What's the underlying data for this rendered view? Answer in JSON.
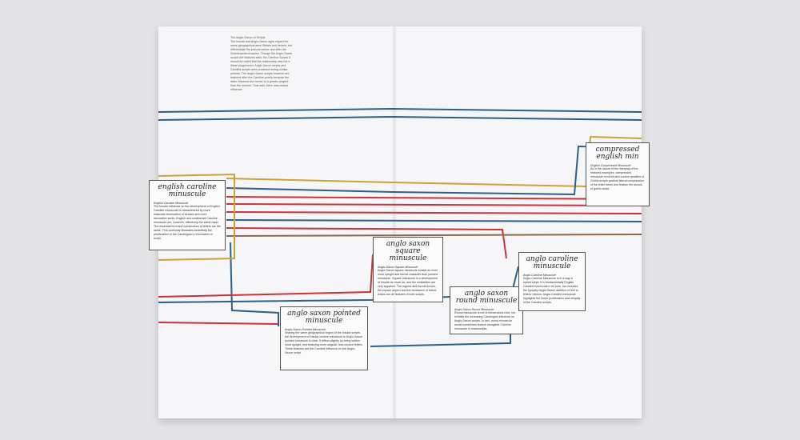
{
  "intro": {
    "title": "The Anglo-Saxon of Scripts",
    "body": "The Insular and Anglo-Saxon ages regard the same geographical area: Britain and Ireland, but differentiate the periods before and after the Scandinavian invasion. Though the Anglo-Saxon scripts are featured after, the Caroline Scripts it should be noted that the relationship was not a linear progression. Anglo-Saxon scripts and Caroline scripts were practiced during similar periods. The Anglo-Saxon scripts however are featured after the Caroline purely because the latter influence the former to a greater degree than the reverse. That said, there was mutual influence."
  },
  "boxes": [
    {
      "title": "english caroline minuscule",
      "subtitle": "English Caroline Minuscule",
      "body": "The Insular influence on the development of English Caroline minuscule is characterized by more elaborate termination of strokes and more decorative serifs. English and continental Caroline minuscule are, however, effectively the same hand. The essential form and construction of letters are the same. This continuity illustrates beautifully the proliferation of the Carolingian's reformation of script."
    },
    {
      "title": "anglo saxon pointed minuscule",
      "subtitle": "Anglo-Saxon Pointed Minuscule",
      "body": "Sharing the same geographical region of the Insular scripts, the development of Insular cursive minuscule to Anglo-Saxon pointed minuscule is clear. It differs slightly by being written more upright, and featuring more angular, less cursive letters. These features are the Caroline influence on the Anglo-Saxon script."
    },
    {
      "title": "anglo saxon square minuscule",
      "subtitle": "Anglo-Saxon Square Minuscule",
      "body": "Anglo-Saxon square minuscule boasts an even more upright and formal character than pointed minuscule. Square minuscule is a development of Insular as much as, and the similarities are very apparent. The regular and formal ductus, the square aspect and the avoidance of linked letters are all features of both scripts."
    },
    {
      "title": "anglo saxon round minuscule",
      "subtitle": "Anglo-Saxon Round Minuscule",
      "body": "Round minuscule is not of tremendous note, but exhibits the increasing Carolingian influence on Anglo-Saxon scripts. In fact, round minuscule would sometimes feature alongside Caroline minuscule in manuscripts."
    },
    {
      "title": "anglo caroline minuscule",
      "subtitle": "Anglo-Caroline Minuscule",
      "body": "Anglo-Caroline Minuscule is in a way a hybrid script. It is fundamentally English Caroline minuscule in its form, but includes the typically Anglo-Saxon addition of feet to letters' minims. Anglo-Caroline minuscule highlights the sheer proliferation and ubiquity of the Caroline scripts."
    },
    {
      "title": "compressed english min",
      "subtitle": "English Compressed Minuscule",
      "body": "As is the nature of the interplay of the featured examples, compressed minuscule evolved and cursive qualities of Gothic scripts gradual lateral compression of the letter forms and feature the ductus of gothic script."
    }
  ],
  "colors": {
    "blue": "#2f5f86",
    "red": "#c8343a",
    "gold": "#c9a23a",
    "brown": "#8a6a4a"
  }
}
